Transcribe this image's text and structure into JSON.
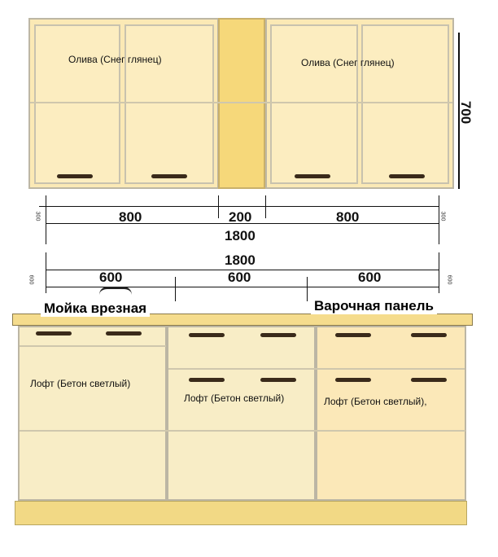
{
  "upper": {
    "left_label": "Олива (Снег глянец)",
    "right_label": "Олива (Снег глянец)",
    "height": "700",
    "depth_left": "300",
    "depth_right": "300"
  },
  "upper_dims": {
    "left": "800",
    "middle": "200",
    "right": "800",
    "total": "1800"
  },
  "lower_dims": {
    "total": "1800",
    "left": "600",
    "middle": "600",
    "right": "600",
    "depth_left": "600",
    "depth_right": "600"
  },
  "countertop": {
    "sink": "Мойка врезная",
    "hob": "Варочная панель"
  },
  "base": {
    "left_label": "Лофт (Бетон светлый)",
    "middle_label": "Лофт (Бетон светлый)",
    "right_label": "Лофт (Бетон светлый),"
  }
}
